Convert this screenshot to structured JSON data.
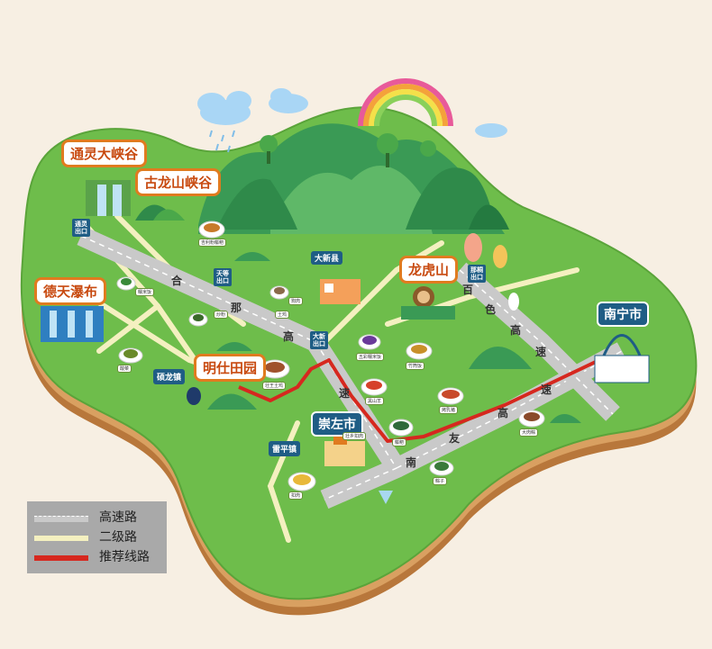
{
  "scenic": {
    "tongling": "通灵大峡谷",
    "gulongshan": "古龙山峡谷",
    "detian": "德天瀑布",
    "longhushan": "龙虎山",
    "mingshi": "明仕田园"
  },
  "cities": {
    "nanning": "南宁市",
    "chongzuo": "崇左市"
  },
  "towns": {
    "shuolong": "硕龙镇",
    "leiping": "雷平镇",
    "daxin": "大新县"
  },
  "exits": {
    "tongling_exit": "通灵出口",
    "tiandeng_exit": "天等出口",
    "daxin_exit": "大新出口",
    "nama_exit": "那桐出口"
  },
  "highways": {
    "hexin": [
      "合",
      "那",
      "高",
      "速"
    ],
    "baiguang": [
      "百",
      "色",
      "高",
      "速"
    ],
    "nanyou": [
      "南",
      "友",
      "高",
      "速"
    ]
  },
  "foods": {
    "f1": "吉利粉糍粑",
    "f2": "糯米饭",
    "f3": "炒粉",
    "f4": "酸菜",
    "f5": "五彩糯米饭",
    "f6": "壮王土鸡",
    "f7": "黑山羊",
    "f8": "竹筒饭",
    "f9": "烤乳猪",
    "f10": "糍粑",
    "f11": "扣肉",
    "f12": "粽子",
    "f13": "大肉粽",
    "f14": "狗肉",
    "f15": "土鸡",
    "f16": "壮乡扣肉"
  },
  "legend": {
    "expressway": "高速路",
    "secondary": "二级路",
    "recommended": "推荐线路"
  },
  "colors": {
    "land": "#6ebd4b",
    "land_edge": "#4a8a2e",
    "soil": "#c58a4a",
    "road": "#c9c9c9",
    "secondary_road": "#f4f0c0",
    "route": "#d6281f",
    "label_border": "#e07b1f",
    "label_city": "#1f5d85"
  }
}
